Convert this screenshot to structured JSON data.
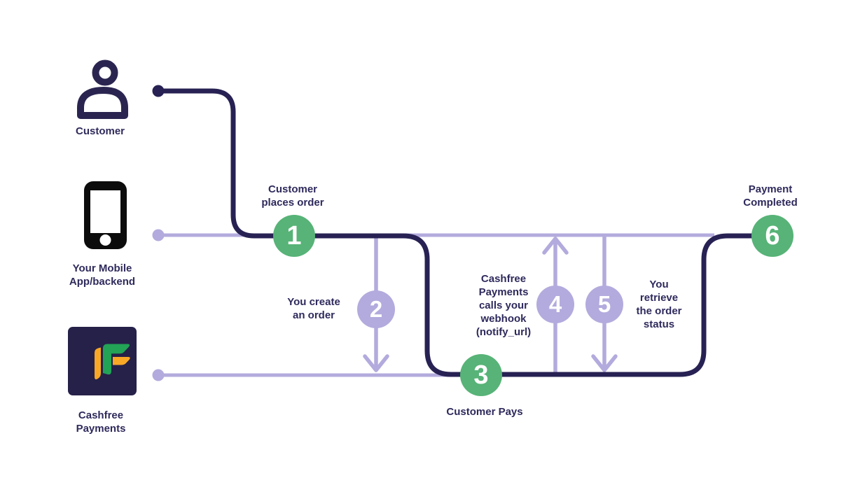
{
  "colors": {
    "flow_dark": "#272253",
    "flow_lavender": "#b3abdd",
    "milestone_green": "#57b377",
    "label_text": "#2e2a5c",
    "phone_black": "#0c0c0c",
    "logo_background": "#262149",
    "logo_green": "#22a355",
    "logo_yellow": "#f9a826"
  },
  "lanes": [
    {
      "label": "Customer",
      "icon": "person-icon"
    },
    {
      "label": "Your Mobile\nApp/backend",
      "icon": "phone-icon"
    },
    {
      "label": "Cashfree\nPayments",
      "icon": "cashfree-logo"
    }
  ],
  "steps": [
    {
      "number": "1",
      "label": "Customer\nplaces order",
      "color": "green"
    },
    {
      "number": "2",
      "label": "You create\nan order",
      "color": "purple"
    },
    {
      "number": "3",
      "label": "Customer Pays",
      "color": "green"
    },
    {
      "number": "4",
      "label": "Cashfree\nPayments\ncalls your\nwebhook\n(notify_url)",
      "color": "purple"
    },
    {
      "number": "5",
      "label": "You\nretrieve\nthe order\nstatus",
      "color": "purple"
    },
    {
      "number": "6",
      "label": "Payment\nCompleted",
      "color": "green"
    }
  ]
}
